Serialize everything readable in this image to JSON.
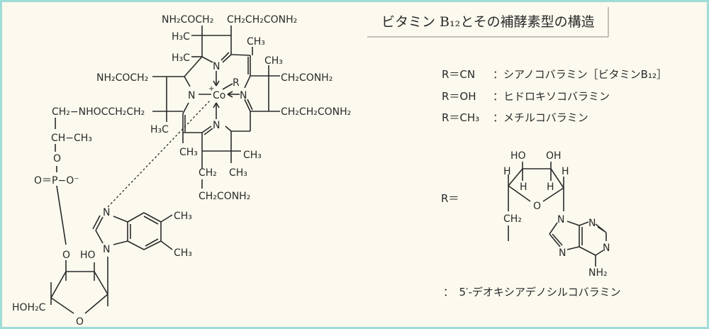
{
  "title": "ビタミン B₁₂とその補酵素型の構造",
  "legend": [
    {
      "r": "R＝CN",
      "desc": "：シアノコバラミン［ビタミンB₁₂］"
    },
    {
      "r": "R＝OH",
      "desc": "：ヒドロキソコバラミン"
    },
    {
      "r": "R＝CH₃",
      "desc": "：メチルコバラミン"
    }
  ],
  "adenosyl": {
    "r_label": "R＝",
    "caption": "：　5′-デオキシアデノシルコバラミン",
    "atoms": [
      "HO",
      "OH",
      "H",
      "H",
      "H",
      "H",
      "O",
      "CH₂",
      "N",
      "N",
      "N",
      "N",
      "NH₂"
    ]
  },
  "corrin": {
    "atoms": [
      "NH₂COCH₂",
      "CH₂CH₂CONH₂",
      "H₃C",
      "CH₃",
      "H₃C",
      "CH₃",
      "N",
      "R",
      "NH₂COCH₂",
      "CH₂CONH₂",
      "N",
      "Co",
      "+",
      "N",
      "CH₂−NHOCCH₂CH₂",
      "CH₂CH₂CONH₂",
      "H₃C",
      "N",
      "CH₃",
      "CH₃",
      "CH₂",
      "CH₃",
      "CH₂CONH₂"
    ]
  },
  "nucleotide": {
    "atoms": [
      "CH−CH₃",
      "O",
      "O＝P−O⁻",
      "N",
      "CH₃",
      "N",
      "CH₃",
      "O",
      "HO",
      "HOH₂C",
      "O"
    ]
  },
  "colors": {
    "background": "#fcf9ee",
    "border": "#9fdcd8",
    "ink": "#2a2a2a"
  }
}
